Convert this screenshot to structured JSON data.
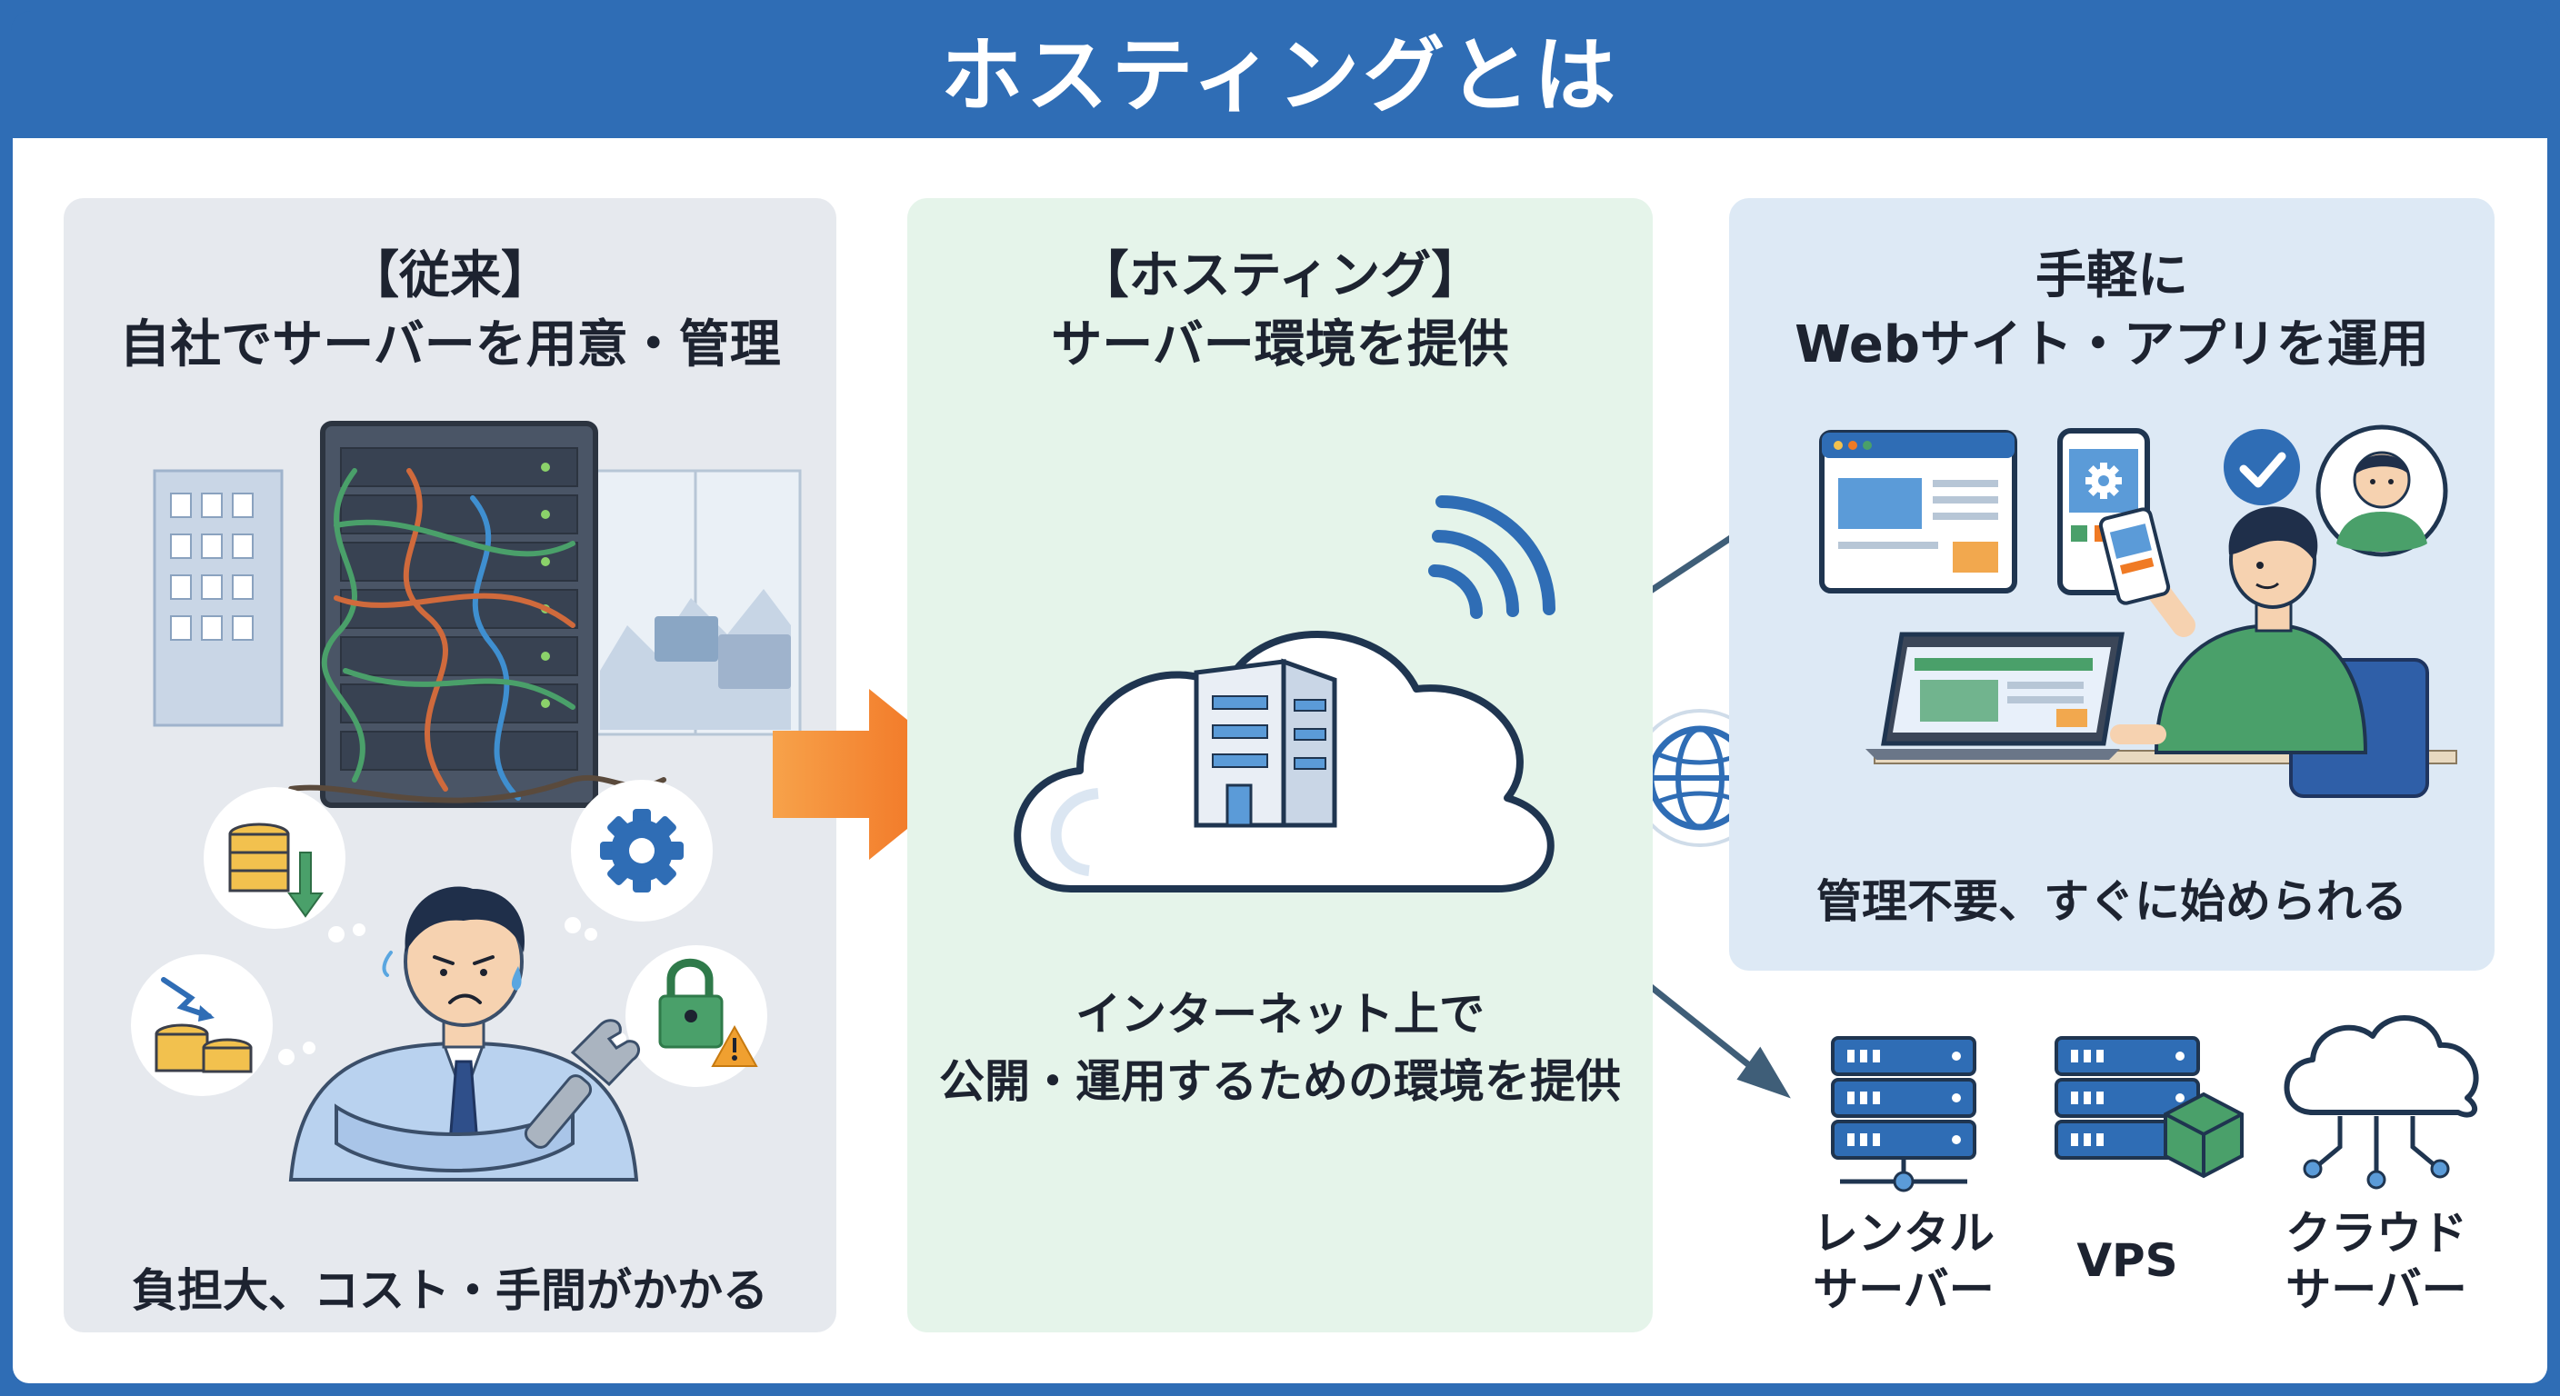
{
  "title": "ホスティングとは",
  "panels": {
    "traditional": {
      "heading_line1": "【従来】",
      "heading_line2": "自社でサーバーを用意・管理",
      "caption": "負担大、コスト・手間がかかる",
      "icons": [
        "server-rack-icon",
        "office-building-icon",
        "coins-down-icon",
        "gear-icon",
        "coins-falling-icon",
        "lock-warning-icon",
        "worried-person-icon"
      ]
    },
    "hosting": {
      "heading_line1": "【ホスティング】",
      "heading_line2": "サーバー環境を提供",
      "caption_line1": "インターネット上で",
      "caption_line2": "公開・運用するための環境を提供",
      "icons": [
        "cloud-icon",
        "datacenter-building-icon",
        "wifi-signal-icon",
        "globe-icon"
      ]
    },
    "result": {
      "heading_line1": "手軽に",
      "heading_line2": "Webサイト・アプリを運用",
      "caption": "管理不要、すぐに始められる",
      "icons": [
        "browser-window-icon",
        "smartphone-settings-icon",
        "checkmark-icon",
        "user-avatar-icon",
        "person-at-laptop-icon"
      ]
    }
  },
  "services": [
    {
      "icon": "rental-server-icon",
      "label_line1": "レンタル",
      "label_line2": "サーバー"
    },
    {
      "icon": "vps-icon",
      "label_line1": "VPS",
      "label_line2": ""
    },
    {
      "icon": "cloud-server-icon",
      "label_line1": "クラウド",
      "label_line2": "サーバー"
    }
  ],
  "colors": {
    "header": "#2f6db5",
    "arrow": "#f07a24",
    "connector": "#3f5e78",
    "panel_traditional": "#e6e9ee",
    "panel_hosting": "#e5f4ea",
    "panel_result": "#dde9f5"
  }
}
